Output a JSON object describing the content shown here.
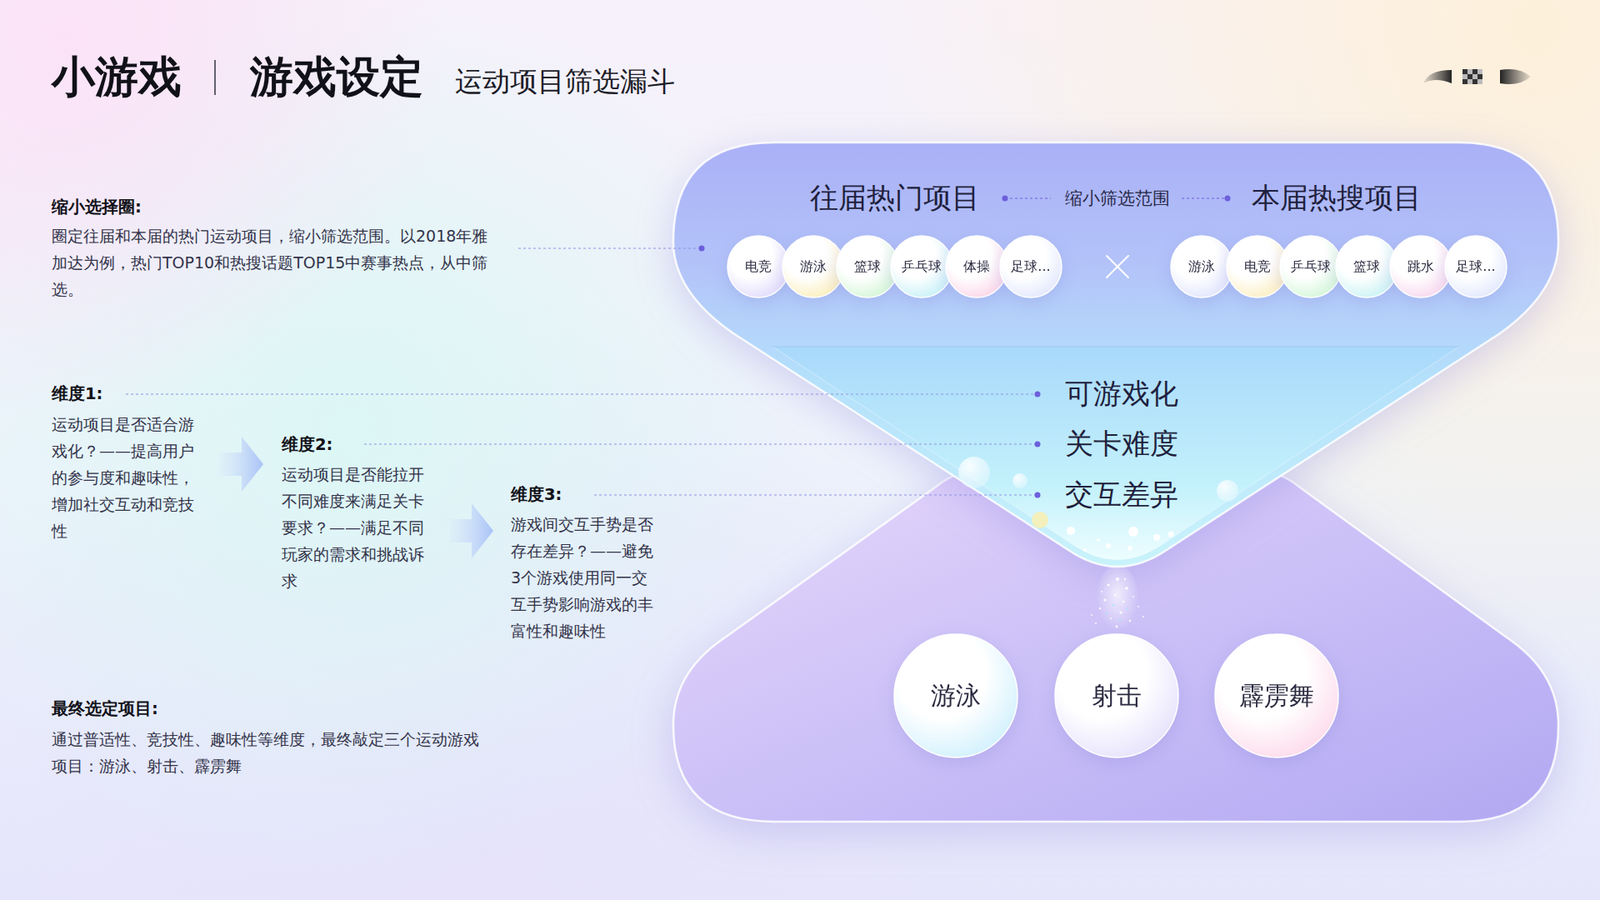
{
  "diagram": {
    "title": "小游戏",
    "nodes": [
      {
        "text": [
          "往届热门项目",
          "缩小筛选范围",
          "本届热搜项目",
          "可游戏化",
          "关卡难度",
          "交互差异"
        ]
      },
      {
        "text": [
          "电竞"
        ],
        "in": 0
      },
      {
        "text": [
          "游泳"
        ],
        "in": 0
      },
      {
        "text": [
          "篮球"
        ],
        "in": 0
      },
      {
        "text": [
          "乒乓球"
        ],
        "in": 0
      },
      {
        "text": [
          "体操"
        ],
        "in": 0
      },
      {
        "text": [
          "足球..."
        ],
        "in": 0
      },
      {
        "text": [
          "游泳"
        ],
        "in": 0
      },
      {
        "text": [
          "电竞"
        ],
        "in": 0
      },
      {
        "text": [
          "乒乓球"
        ],
        "in": 0
      },
      {
        "text": [
          "篮球"
        ],
        "in": 0
      },
      {
        "text": [
          "跳水"
        ],
        "in": 0
      },
      {
        "text": [
          "足球..."
        ],
        "in": 0
      },
      {
        "text": [
          "游泳"
        ]
      },
      {
        "text": [
          "射击"
        ]
      },
      {
        "text": [
          "霹雳舞"
        ]
      }
    ],
    "labels": [
      "游戏设定",
      "运动项目筛选漏斗",
      "缩小选择圈:",
      "圈定往届和本届的热门运动项目，缩小筛选范围。以2018年雅加达为例，热门TOP10和热搜话题TOP15中赛事热点，从中筛选。",
      "维度1:",
      "运动项目是否适合游戏化？——提高用户的参与度和趣味性，增加社交互动和竞技性",
      "维度2:",
      "运动项目是否能拉开不同难度来满足关卡要求？——满足不同玩家的需求和挑战诉求",
      "维度3:",
      "游戏间交互手势是否存在差异？——避免3个游戏使用同一交互手势影响游戏的丰富性和趣味性",
      "最终选定项目:",
      "通过普适性、竞技性、趣味性等维度，最终敲定三个运动游戏项目：游泳、射击、霹雳舞"
    ]
  }
}
